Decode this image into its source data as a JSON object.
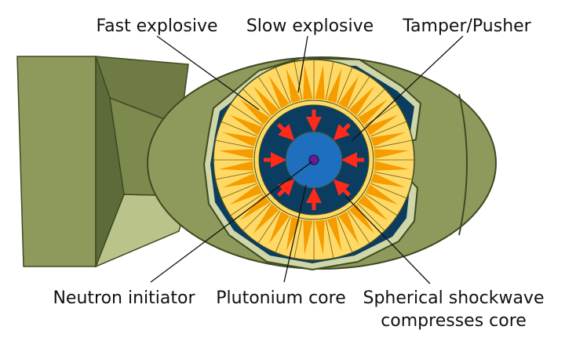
{
  "labels": {
    "fast_explosive": "Fast explosive",
    "slow_explosive": "Slow explosive",
    "tamper_pusher": "Tamper/Pusher",
    "neutron_initiator": "Neutron initiator",
    "plutonium_core": "Plutonium core",
    "shockwave_line1": "Spherical shockwave",
    "shockwave_line2": "compresses core"
  },
  "colors": {
    "casing": "#8e9a5b",
    "casing_dark": "#5d6b3a",
    "fin_light": "#b9c38a",
    "dark_blue": "#0b3d60",
    "yellow": "#ffd966",
    "orange": "#f59c00",
    "core_blue": "#1f6fbf",
    "initiator": "#6a1b9a",
    "arrow": "#ff2a1a"
  }
}
